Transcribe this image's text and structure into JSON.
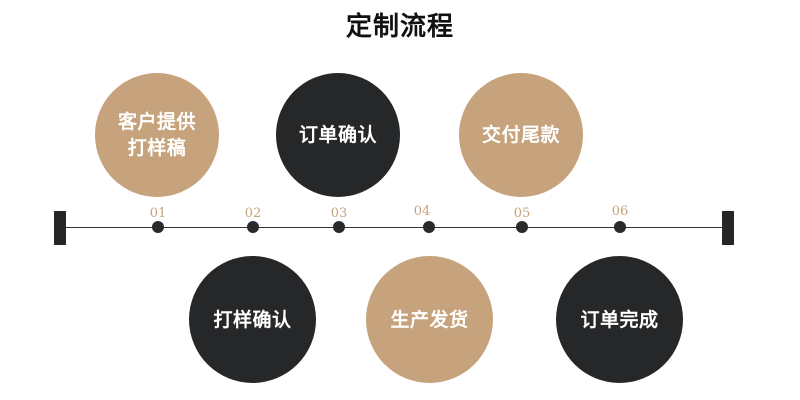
{
  "title": "定制流程",
  "steps": [
    {
      "num": "01",
      "label_line1": "客户提供",
      "label_line2": "打样稿",
      "color": "#c6a37c"
    },
    {
      "num": "02",
      "label_line1": "打样确认",
      "label_line2": "",
      "color": "#262729"
    },
    {
      "num": "03",
      "label_line1": "订单确认",
      "label_line2": "",
      "color": "#262729"
    },
    {
      "num": "04",
      "label_line1": "生产发货",
      "label_line2": "",
      "color": "#c6a37c"
    },
    {
      "num": "05",
      "label_line1": "交付尾款",
      "label_line2": "",
      "color": "#c6a37c"
    },
    {
      "num": "06",
      "label_line1": "订单完成",
      "label_line2": "",
      "color": "#262729"
    }
  ],
  "colors": {
    "accent": "#c6a37c",
    "dark": "#262729",
    "number": "#c8a27a"
  }
}
